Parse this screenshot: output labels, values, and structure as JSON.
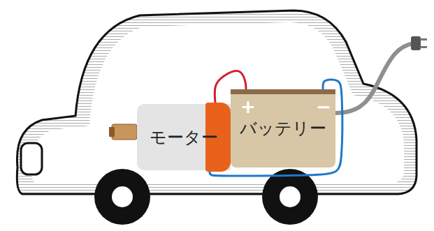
{
  "diagram": {
    "nodes": [
      {
        "text": [
          "モーター"
        ]
      },
      {
        "text": [
          "バッテリー"
        ]
      }
    ],
    "edges": [
      {
        "from": 0,
        "to": 1,
        "arrow": "none"
      },
      {
        "from": 0,
        "to": 1,
        "arrow": "none"
      }
    ],
    "labels": [
      "+",
      "−"
    ]
  }
}
